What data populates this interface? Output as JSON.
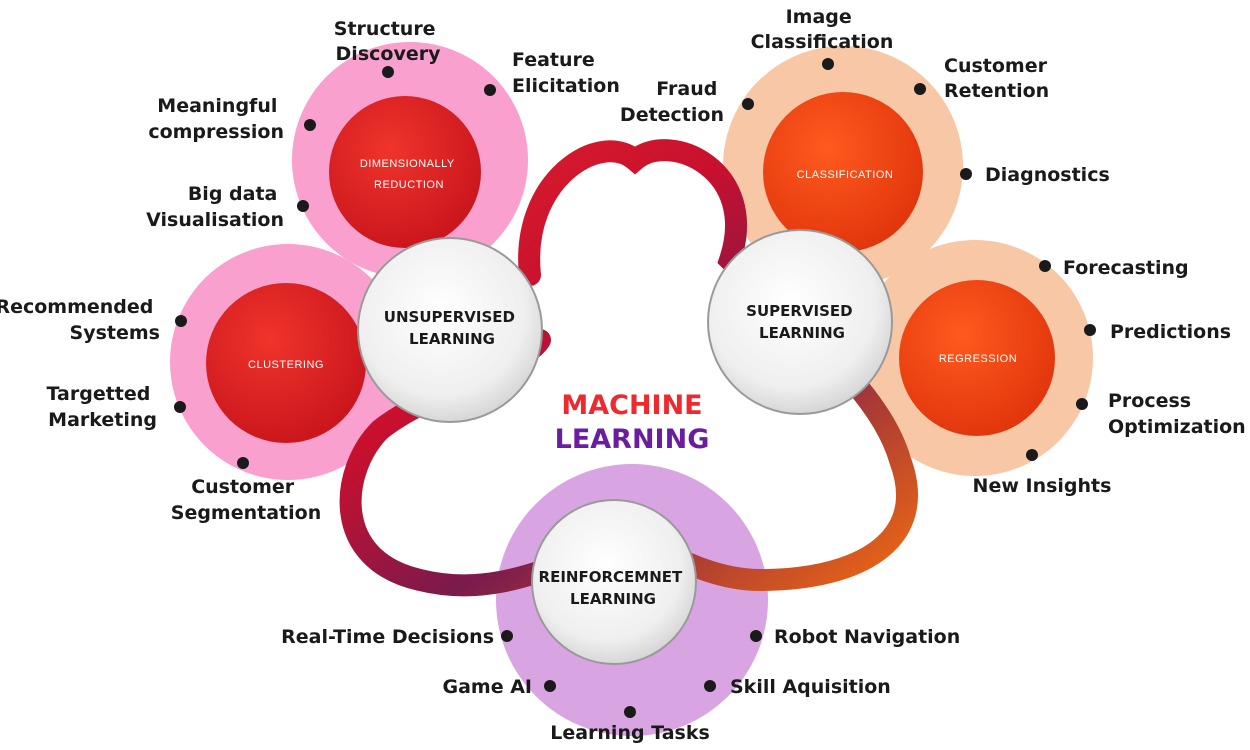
{
  "colors": {
    "unsupervised_ring": "#f9a0cf",
    "unsupervised_core": "#e41b24",
    "supervised_ring": "#f8c8a6",
    "supervised_core": "#f23d13",
    "reinforcement_ring": "#d8a4e2",
    "hub_fill": "#efefef",
    "center_title_top": "#ee2a31",
    "center_title_bottom": "#6b1da0",
    "dot": "#1a1a1a"
  },
  "center": {
    "line1": "MACHINE",
    "line2": "LEARNING"
  },
  "hubs": {
    "unsupervised": {
      "line1": "UNSUPERVISED",
      "line2": "LEARNING"
    },
    "supervised": {
      "line1": "SUPERVISED",
      "line2": "LEARNING"
    },
    "reinforcement": {
      "line1": "REINFORCEMNET",
      "line2": "LEARNING"
    }
  },
  "subcategories": {
    "dimensionally_reduction": {
      "line1": "DIMENSIONALLY",
      "line2": "REDUCTION"
    },
    "clustering": {
      "label": "CLUSTERING"
    },
    "classification": {
      "label": "CLASSIFICATION"
    },
    "regression": {
      "label": "REGRESSION"
    }
  },
  "applications": {
    "dimensionally_reduction": [
      {
        "line1": "Structure",
        "line2": "Discovery"
      },
      {
        "line1": "Feature",
        "line2": "Elicitation"
      },
      {
        "line1": "Meaningful",
        "line2": "compression"
      },
      {
        "line1": "Big data",
        "line2": "Visualisation"
      }
    ],
    "clustering": [
      {
        "line1": "Recommended",
        "line2": "Systems"
      },
      {
        "line1": "Targetted",
        "line2": "Marketing"
      },
      {
        "line1": "Customer",
        "line2": "Segmentation"
      }
    ],
    "classification": [
      {
        "line1": "Image",
        "line2": "Classification"
      },
      {
        "line1": "Fraud",
        "line2": "Detection"
      },
      {
        "line1": "Customer",
        "line2": "Retention"
      },
      {
        "line1": "Diagnostics",
        "line2": ""
      }
    ],
    "regression": [
      {
        "line1": "Forecasting",
        "line2": ""
      },
      {
        "line1": "Predictions",
        "line2": ""
      },
      {
        "line1": "Process",
        "line2": "Optimization"
      },
      {
        "line1": "New Insights",
        "line2": ""
      }
    ],
    "reinforcement": [
      {
        "line1": "Real-Time Decisions",
        "line2": ""
      },
      {
        "line1": "Robot Navigation",
        "line2": ""
      },
      {
        "line1": "Game AI",
        "line2": ""
      },
      {
        "line1": "Skill Aquisition",
        "line2": ""
      },
      {
        "line1": "Learning Tasks",
        "line2": ""
      }
    ]
  }
}
